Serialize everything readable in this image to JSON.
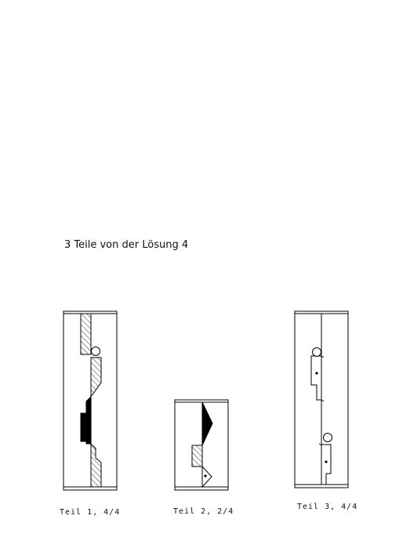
{
  "heading": "3 Teile von der Lösung 4",
  "pieces": [
    {
      "caption": "Teil 1, 4/4"
    },
    {
      "caption": "Teil 2, 2/4"
    },
    {
      "caption": "Teil 3, 4/4"
    }
  ],
  "colors": {
    "stroke": "#000000",
    "background": "#ffffff"
  }
}
